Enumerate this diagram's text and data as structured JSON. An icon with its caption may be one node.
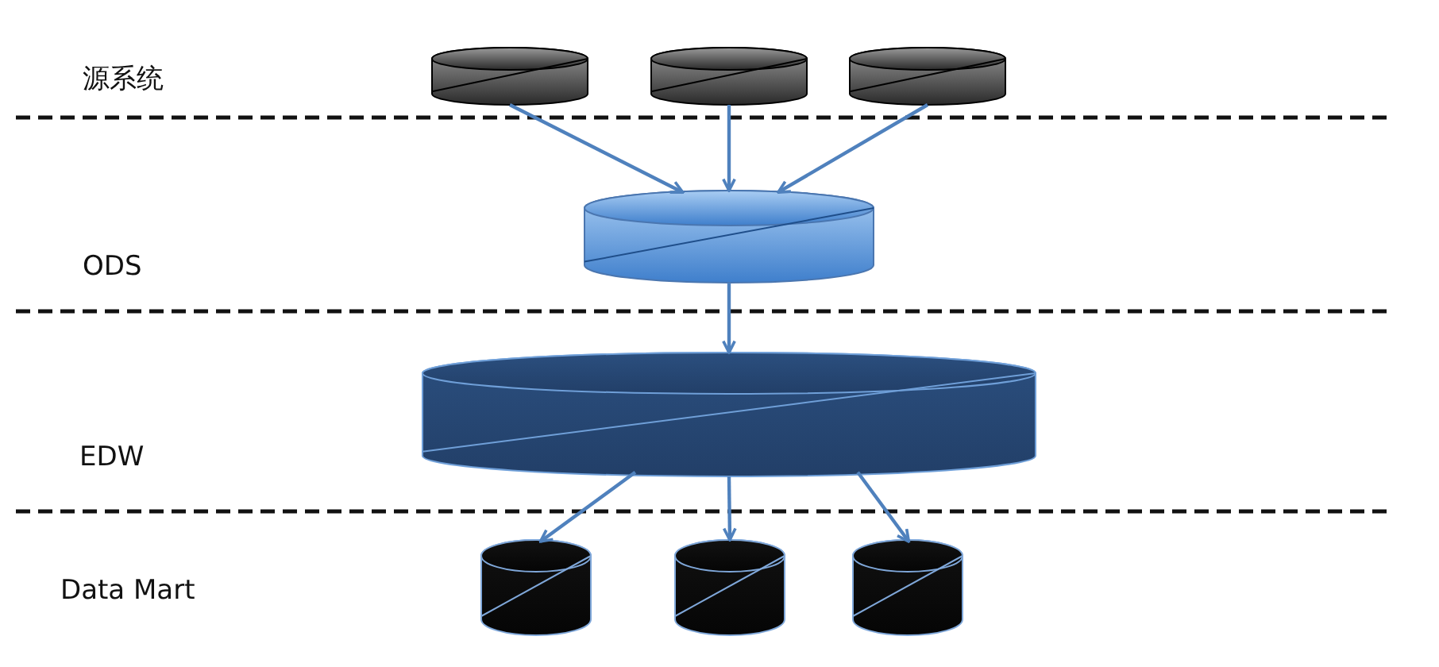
{
  "diagram": {
    "nodes": [
      {
        "text": [],
        "shape": "cylinder"
      },
      {
        "text": [],
        "shape": "cylinder"
      },
      {
        "text": [],
        "shape": "cylinder"
      },
      {
        "text": [],
        "shape": "cylinder"
      },
      {
        "text": [],
        "shape": "cylinder"
      },
      {
        "text": [],
        "shape": "cylinder"
      },
      {
        "text": [],
        "shape": "cylinder"
      },
      {
        "text": [],
        "shape": "cylinder"
      }
    ],
    "edges": [
      {
        "from": 0,
        "to": 3,
        "arrow": "to"
      },
      {
        "from": 1,
        "to": 3,
        "arrow": "to"
      },
      {
        "from": 2,
        "to": 3,
        "arrow": "to"
      },
      {
        "from": 3,
        "to": 4,
        "arrow": "to"
      },
      {
        "from": 4,
        "to": 5,
        "arrow": "to"
      },
      {
        "from": 4,
        "to": 6,
        "arrow": "to"
      },
      {
        "from": 4,
        "to": 7,
        "arrow": "to"
      }
    ],
    "labels": [
      "源系统",
      "ODS",
      "EDW",
      "Data Mart"
    ]
  }
}
